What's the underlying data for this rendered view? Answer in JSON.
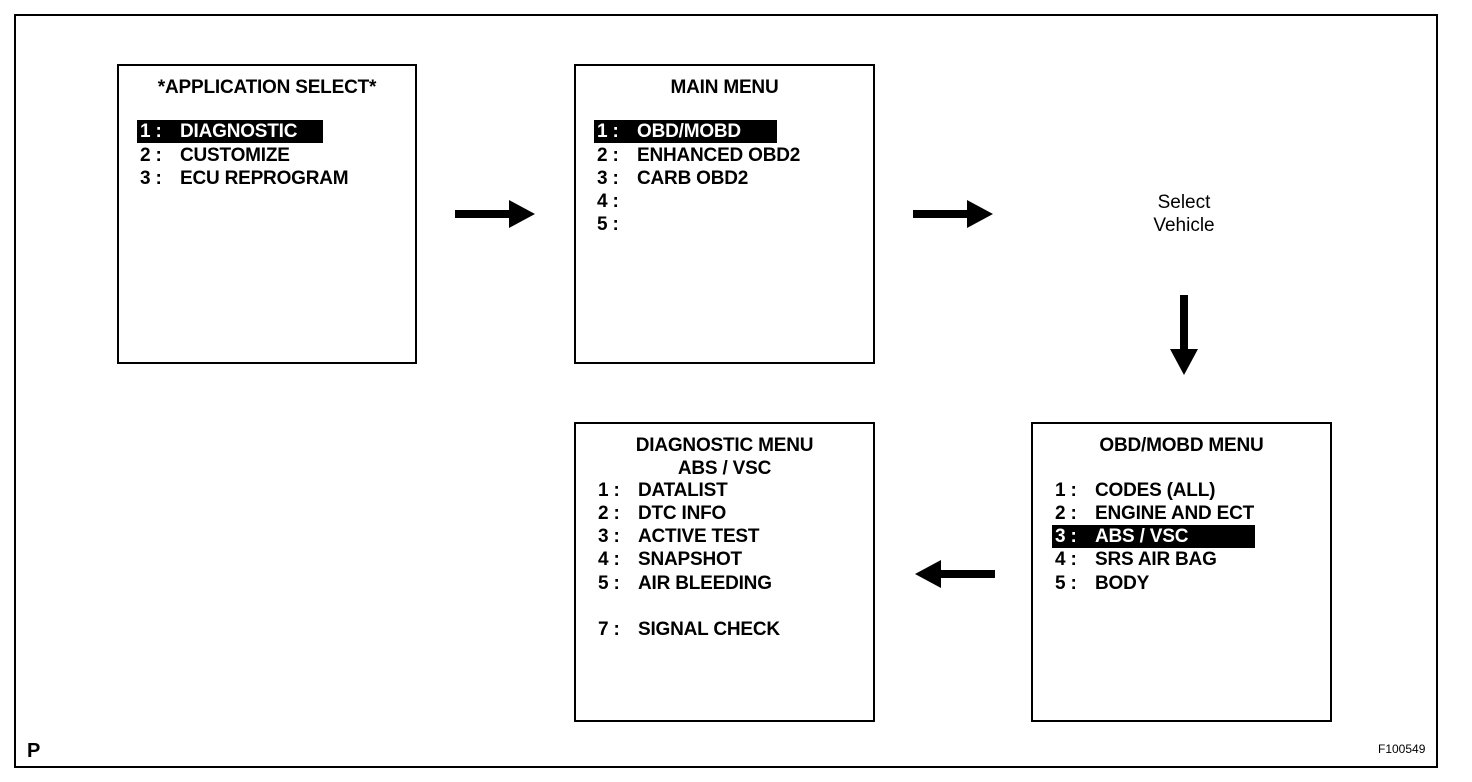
{
  "app_select": {
    "title": "*APPLICATION SELECT*",
    "items": [
      {
        "num": "1 :",
        "label": "DIAGNOSTIC"
      },
      {
        "num": "2 :",
        "label": "CUSTOMIZE"
      },
      {
        "num": "3 :",
        "label": "ECU REPROGRAM"
      }
    ]
  },
  "main_menu": {
    "title": "MAIN MENU",
    "items": [
      {
        "num": "1 :",
        "label": "OBD/MOBD"
      },
      {
        "num": "2 :",
        "label": "ENHANCED OBD2"
      },
      {
        "num": "3 :",
        "label": "CARB OBD2"
      },
      {
        "num": "4 :",
        "label": ""
      },
      {
        "num": "5 :",
        "label": ""
      }
    ]
  },
  "select_vehicle": {
    "line1": "Select",
    "line2": "Vehicle"
  },
  "obd_menu": {
    "title": "OBD/MOBD MENU",
    "items": [
      {
        "num": "1 :",
        "label": "CODES (ALL)"
      },
      {
        "num": "2 :",
        "label": "ENGINE AND ECT"
      },
      {
        "num": "3 :",
        "label": "ABS / VSC"
      },
      {
        "num": "4 :",
        "label": "SRS AIR BAG"
      },
      {
        "num": "5 :",
        "label": "BODY"
      }
    ]
  },
  "diag_menu": {
    "title": "DIAGNOSTIC MENU",
    "subtitle": "ABS / VSC",
    "items": [
      {
        "num": "1 :",
        "label": "DATALIST"
      },
      {
        "num": "2 :",
        "label": "DTC INFO"
      },
      {
        "num": "3 :",
        "label": "ACTIVE TEST"
      },
      {
        "num": "4 :",
        "label": "SNAPSHOT"
      },
      {
        "num": "5 :",
        "label": "AIR BLEEDING"
      },
      {
        "num": "7 :",
        "label": "SIGNAL CHECK"
      }
    ]
  },
  "corner_left": "P",
  "figure_id": "F100549"
}
